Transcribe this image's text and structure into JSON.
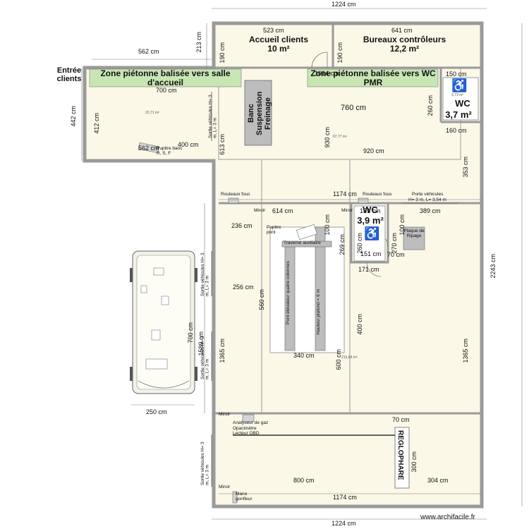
{
  "dims": {
    "top_width": "1224 cm",
    "bottom_width": "1224 cm",
    "left_entry_width": "562 cm",
    "left_height_442": "442 cm",
    "top_213": "213 cm",
    "right_height": "2243 cm",
    "left_hall_height": "1589 cm",
    "right_353": "353 cm",
    "d_523": "523 cm",
    "d_641": "641 cm",
    "d_190a": "190 cm",
    "d_190b": "190 cm",
    "d_1014": "1014 cm",
    "d_150": "150 cm",
    "d_260a": "260 cm",
    "d_160": "160 cm",
    "d_700a": "700 cm",
    "d_412": "412 cm",
    "d_562b": "562 cm",
    "d_400a": "400 cm",
    "d_613": "613 cm",
    "d_760": "760 cm",
    "d_930": "930 cm",
    "d_920": "920 cm",
    "d_1174a": "1174 cm",
    "d_614": "614 cm",
    "d_151a": "151 cm",
    "d_389": "389 cm",
    "d_236": "236 cm",
    "d_100a": "100 cm",
    "d_100b": "100 cm",
    "d_269": "269 cm",
    "d_260b": "260 cm",
    "d_270": "270 cm",
    "d_151b": "151 cm",
    "d_70a": "70 cm",
    "d_171": "171 cm",
    "d_256": "256 cm",
    "d_560": "560 cm",
    "d_400b": "400 cm",
    "d_1365a": "1365 cm",
    "d_1365b": "1365 cm",
    "d_340": "340 cm",
    "d_600": "600 cm",
    "d_700b": "700 cm",
    "d_250": "250 cm",
    "d_70b": "70 cm",
    "d_300": "300 cm",
    "d_800": "800 cm",
    "d_304": "304 cm",
    "d_1174b": "1174 cm"
  },
  "labels": {
    "entree": "Entrée clients",
    "accueil_title": "Accueil clients",
    "accueil_area": "10 m²",
    "bureaux_title": "Bureaux contrôleurs",
    "bureaux_area": "12,2 m²",
    "zone1": "Zone piétonne balisée vers salle d'accueil",
    "zone2": "Zone piétonne balisée vers WC PMR",
    "wc1": "WC",
    "wc1_area": "3,7 m²",
    "wc1_small": "3,73 m²",
    "wc2": "WC",
    "wc2_area": "3,9 m²",
    "banc": "Banc Suspension Freinage",
    "pupitre1": "Pupitre banc R, S, F",
    "area_2271": "22,71 m²",
    "area_6777": "67,77 m²",
    "area_big": "215,84 m²",
    "sortie1": "Sortie véhicules H= 3 m, L= 3 m",
    "sortie2": "Sortie véhicules H= 3 m, L= 3 m",
    "sortie3": "Sortie véhicules H= 3 m, L= 3 m",
    "sortie4": "Sortie véhicules H= 3 m, L= 3 m",
    "rouleaux1": "Rouleaux fous",
    "rouleaux2": "Rouleaux fous",
    "porte_veh": "Porte véhicules",
    "porte_dims": "H= 3 m, L= 3,54 m",
    "miroir1": "Miroir",
    "miroir2": "Miroir",
    "miroir3": "Miroir",
    "miroir4": "Miroir",
    "pupitre_pont": "Pupitre pont",
    "traverse": "Traverse auxiliaire",
    "pont1": "Pont élévateur quatre colonnes",
    "pont2": "Hauteur plafond = 6 m",
    "plaque": "Plaque de Ripage",
    "analyseur": "Analyseur de gaz",
    "opacimetre": "Opacimètre",
    "lecteur": "Lecteur OBD",
    "reglophare": "REGLOPHARE",
    "mano": "Mano gonfleur",
    "watermark": "www.archifacile.fr"
  },
  "colors": {
    "wall": "#9a9a9a",
    "floor": "#fbf8e8",
    "zone": "#c8e6b4",
    "equipment": "#bdbdbd",
    "dim_line": "#7a7a7a"
  }
}
